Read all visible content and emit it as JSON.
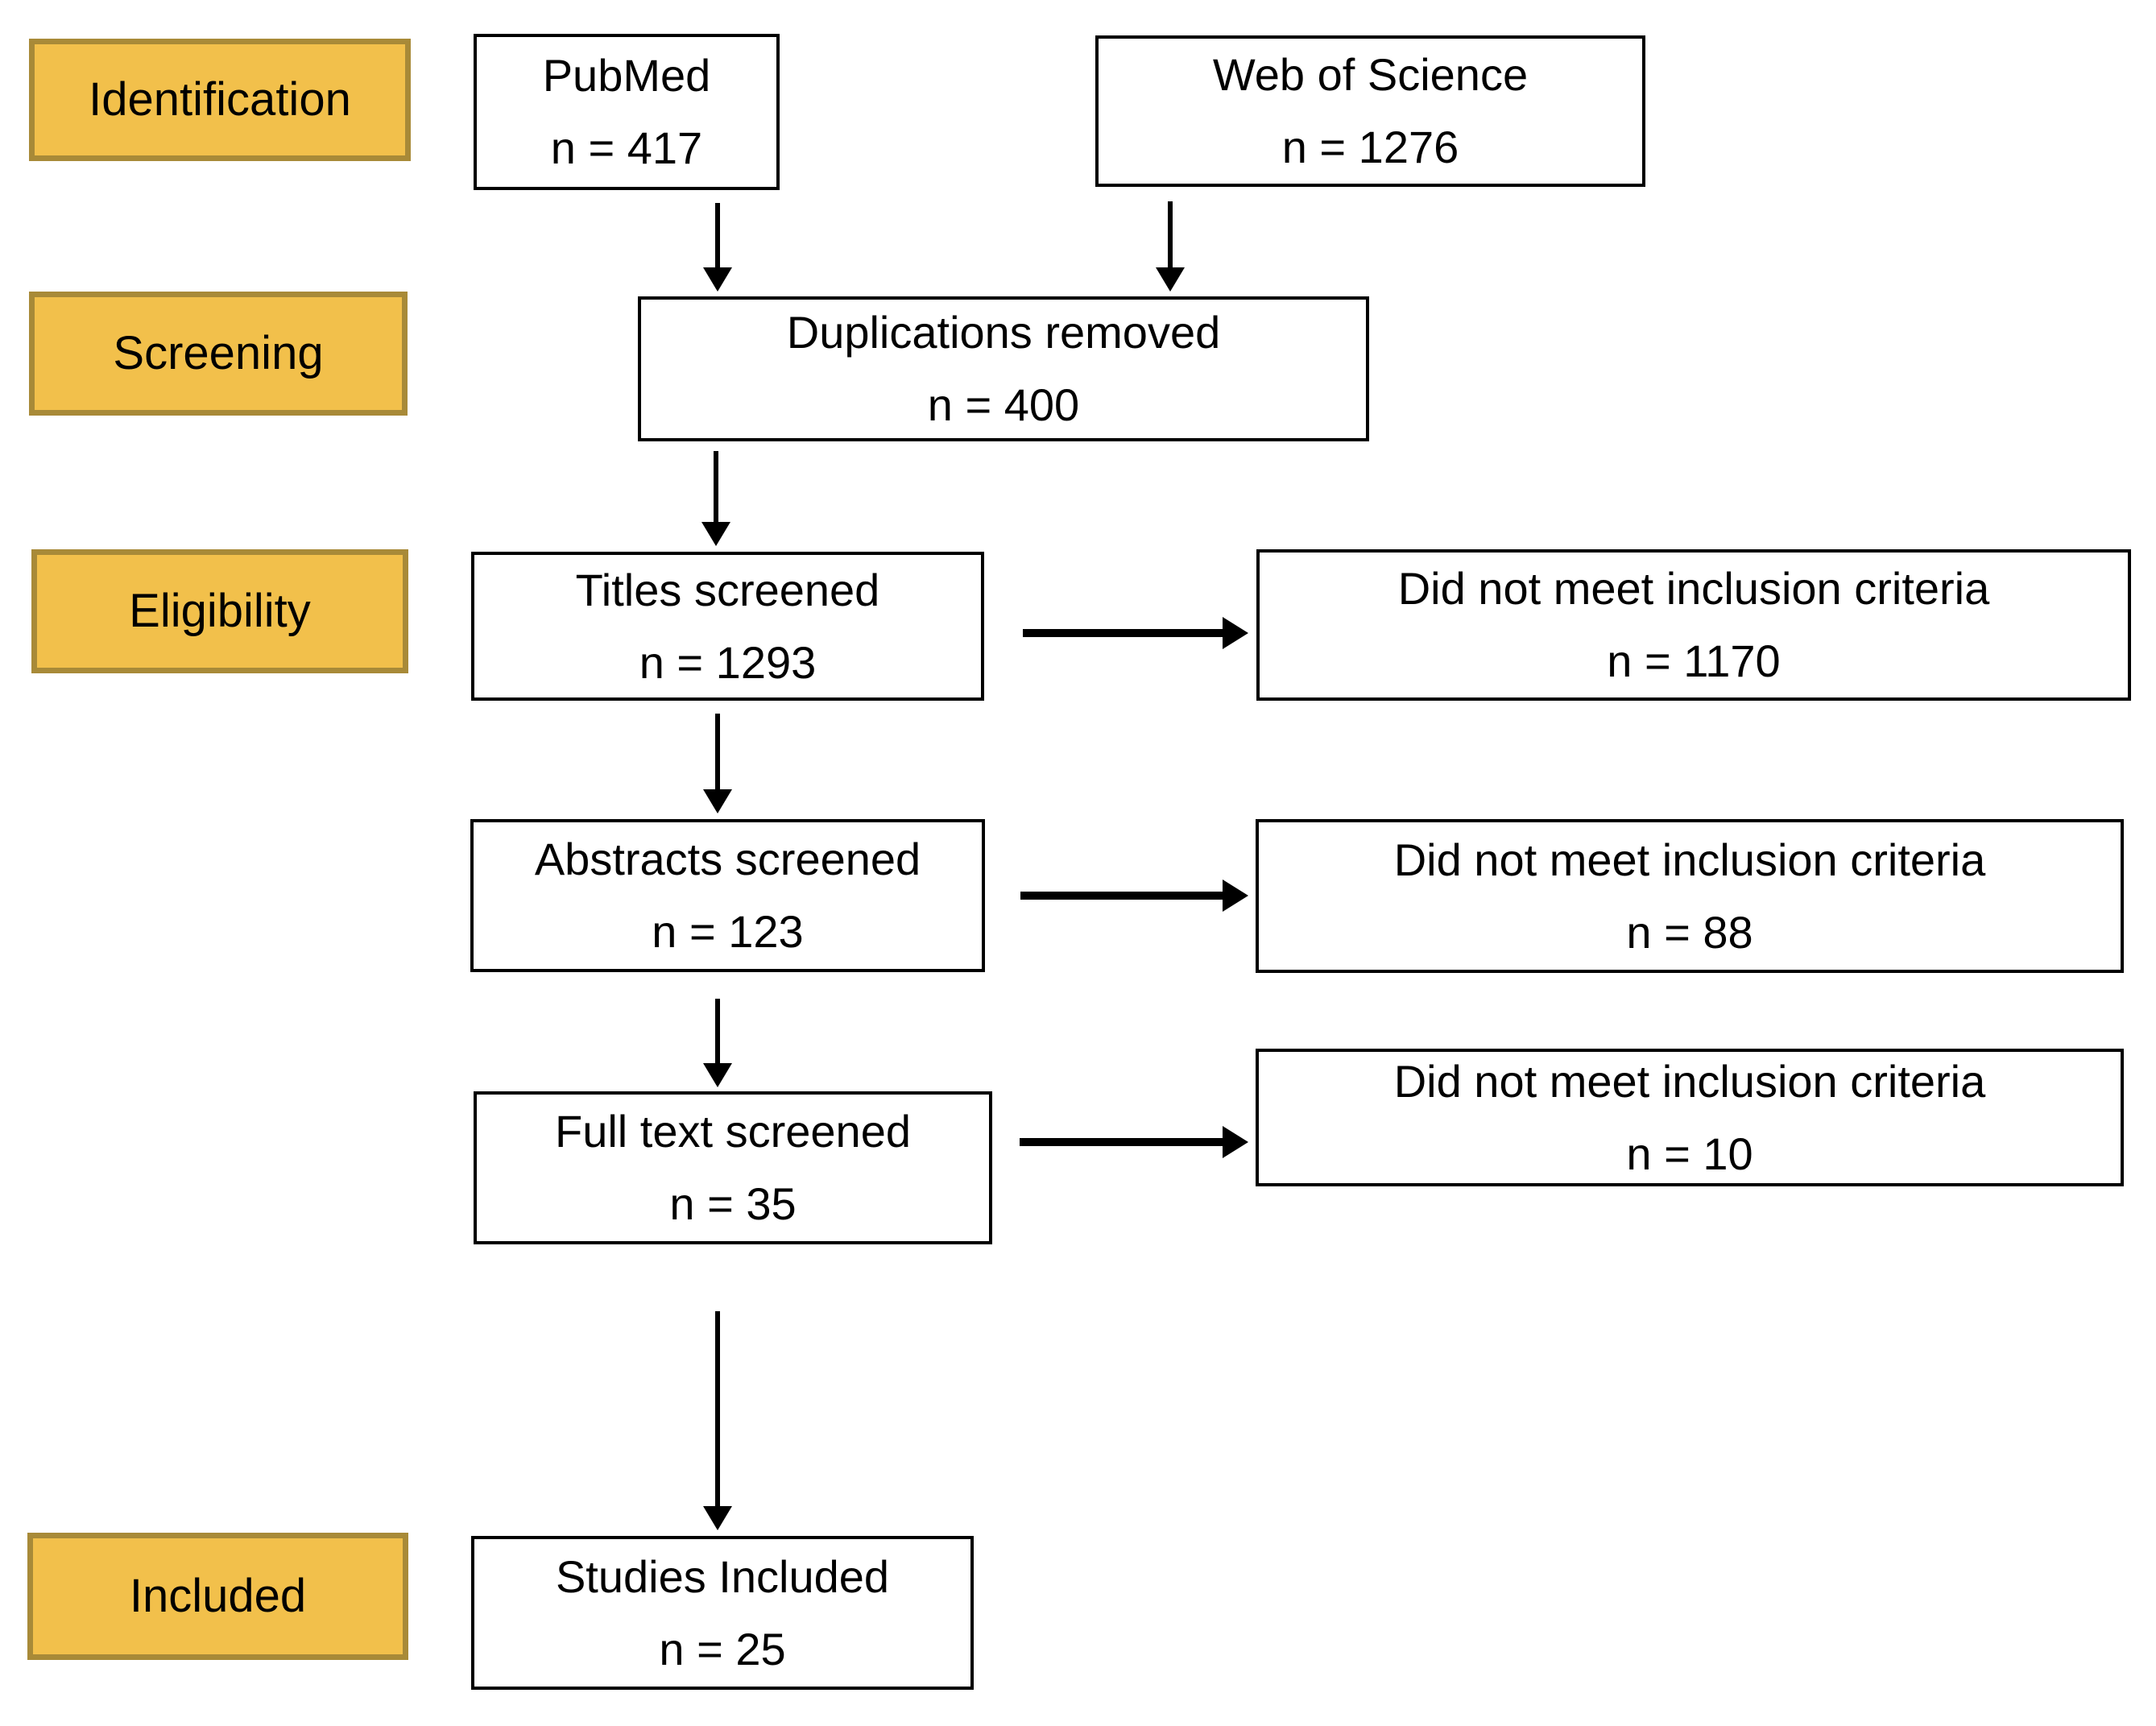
{
  "colors": {
    "background": "#ffffff",
    "stage_fill": "#f2c04b",
    "stage_border": "#a88a38",
    "node_fill": "#ffffff",
    "node_border": "#000000",
    "text": "#000000",
    "arrow": "#000000"
  },
  "stages": [
    {
      "label": "Identification"
    },
    {
      "label": "Screening"
    },
    {
      "label": "Eligibility"
    },
    {
      "label": "Included"
    }
  ],
  "nodes": {
    "pubmed": {
      "title": "PubMed",
      "count": "n = 417"
    },
    "web_of_science": {
      "title": "Web of Science",
      "count": "n = 1276"
    },
    "duplications_removed": {
      "title": "Duplications removed",
      "count": "n = 400"
    },
    "titles_screened": {
      "title": "Titles screened",
      "count": "n = 1293"
    },
    "excluded_titles": {
      "title": "Did not meet inclusion criteria",
      "count": "n = 1170"
    },
    "abstracts_screened": {
      "title": "Abstracts screened",
      "count": "n = 123"
    },
    "excluded_abstracts": {
      "title": "Did not meet inclusion criteria",
      "count": "n = 88"
    },
    "full_text_screened": {
      "title": "Full text screened",
      "count": "n = 35"
    },
    "excluded_full_text": {
      "title": "Did not meet inclusion criteria",
      "count": "n = 10"
    },
    "studies_included": {
      "title": "Studies Included",
      "count": "n = 25"
    }
  },
  "edges": [
    {
      "from": "pubmed",
      "to": "duplications_removed"
    },
    {
      "from": "web_of_science",
      "to": "duplications_removed"
    },
    {
      "from": "duplications_removed",
      "to": "titles_screened"
    },
    {
      "from": "titles_screened",
      "to": "excluded_titles"
    },
    {
      "from": "titles_screened",
      "to": "abstracts_screened"
    },
    {
      "from": "abstracts_screened",
      "to": "excluded_abstracts"
    },
    {
      "from": "abstracts_screened",
      "to": "full_text_screened"
    },
    {
      "from": "full_text_screened",
      "to": "excluded_full_text"
    },
    {
      "from": "full_text_screened",
      "to": "studies_included"
    }
  ]
}
